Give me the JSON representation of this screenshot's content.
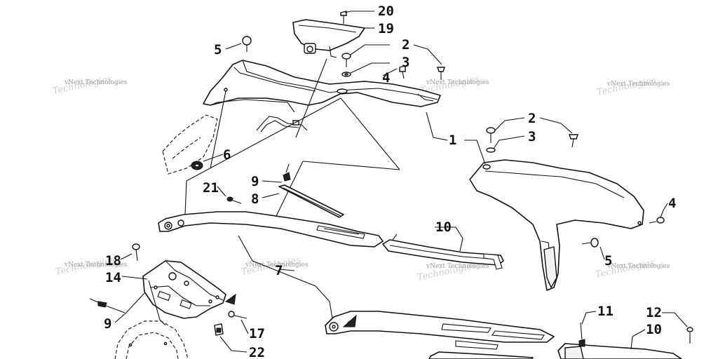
{
  "watermark": "vNext Technologies",
  "callouts": [
    "20",
    "19",
    "5",
    "2",
    "3",
    "4",
    "1",
    "2",
    "3",
    "6",
    "9",
    "21",
    "8",
    "10",
    "4",
    "5",
    "18",
    "14",
    "7",
    "9",
    "17",
    "22",
    "11",
    "12",
    "10"
  ]
}
